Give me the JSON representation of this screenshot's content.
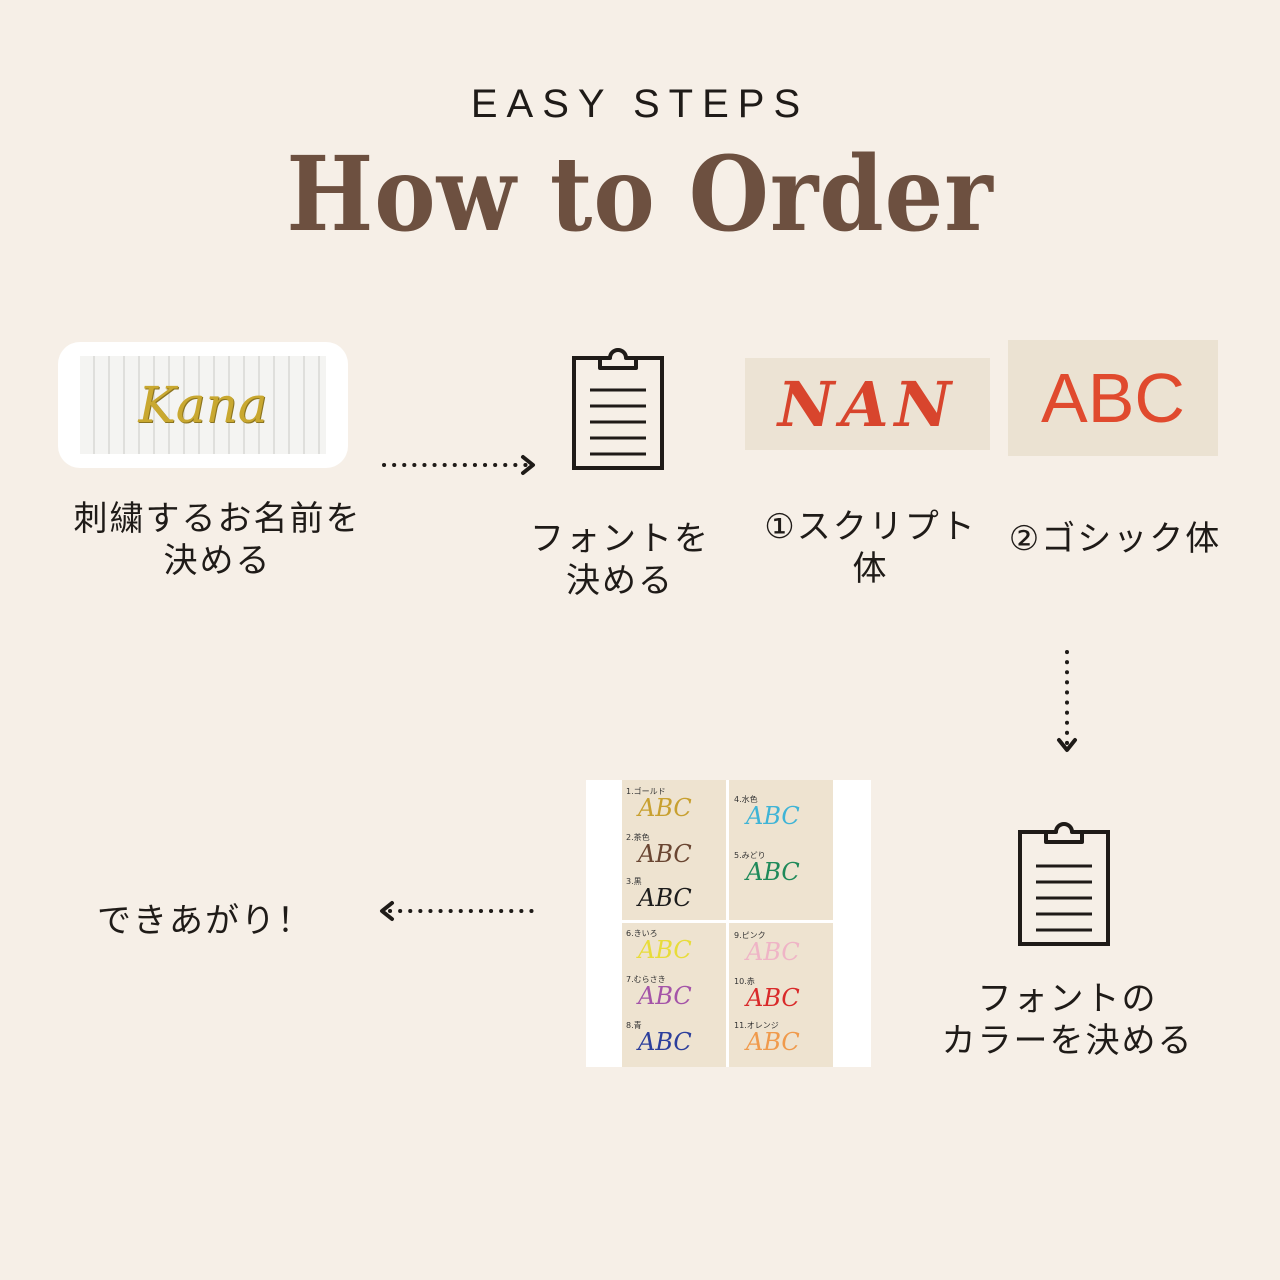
{
  "header": {
    "subtitle": "EASY STEPS",
    "title": "How to Order"
  },
  "steps": {
    "name": {
      "label": "刺繍するお名前を\n決める",
      "sample_text": "Kana"
    },
    "font": {
      "label": "フォントを\n決める"
    },
    "font_options": [
      {
        "label": "①スクリプト\n体",
        "sample_text": "NAN"
      },
      {
        "label": "②ゴシック体",
        "sample_text": "ABC"
      }
    ],
    "color": {
      "label": "フォントの\nカラーを決める"
    },
    "done": {
      "label": "できあがり！"
    }
  },
  "color_chart": {
    "sample_text": "ABC",
    "swatches": [
      {
        "label": "1.ゴールド",
        "color": "#c8a030"
      },
      {
        "label": "2.茶色",
        "color": "#6a4632"
      },
      {
        "label": "3.黒",
        "color": "#1c1c1c"
      },
      {
        "label": "4.水色",
        "color": "#3fb4d6"
      },
      {
        "label": "5.みどり",
        "color": "#1f8a5a"
      },
      {
        "label": "6.きいろ",
        "color": "#e8dc3a"
      },
      {
        "label": "7.むらさき",
        "color": "#a454a8"
      },
      {
        "label": "8.青",
        "color": "#2c3f9c"
      },
      {
        "label": "9.ピンク",
        "color": "#efb4c6"
      },
      {
        "label": "10.赤",
        "color": "#d92a2a"
      },
      {
        "label": "11.オレンジ",
        "color": "#f09a4c"
      }
    ]
  },
  "icons": [
    "clipboard-icon",
    "dotted-arrow-right-icon",
    "dotted-arrow-down-icon",
    "dotted-arrow-left-icon"
  ]
}
